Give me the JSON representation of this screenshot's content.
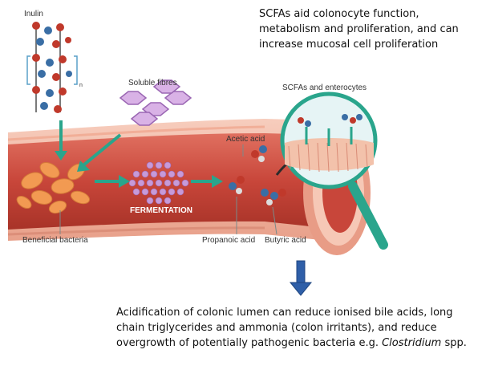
{
  "labels": {
    "inulin": "Inulin",
    "soluble_fibres": "Soluble fibres",
    "scfas_enterocytes": "SCFAs and enterocytes",
    "acetic_acid": "Acetic acid",
    "fermentation": "FERMENTATION",
    "beneficial_bacteria": "Beneficial bacteria",
    "propanoic_acid": "Propanoic acid",
    "butyric_acid": "Butyric acid",
    "subscript_n": "n"
  },
  "top_text": "SCFAs aid colonocyte function, metabolism and proliferation, and can increase mucosal cell proliferation",
  "bottom_text": {
    "before": "Acidification of colonic lumen can reduce ionised bile acids, long chain triglycerides and ammonia (colon irritants), and reduce overgrowth of potentially pathogenic bacteria e.g. ",
    "italic": "Clostridium",
    "after": " spp."
  },
  "colors": {
    "lumen": "#c8463a",
    "wall": "#f2b8a4",
    "teal": "#2aa58c",
    "arrow_blue": "#2f5fa8",
    "fibre": "#c79ad8"
  }
}
